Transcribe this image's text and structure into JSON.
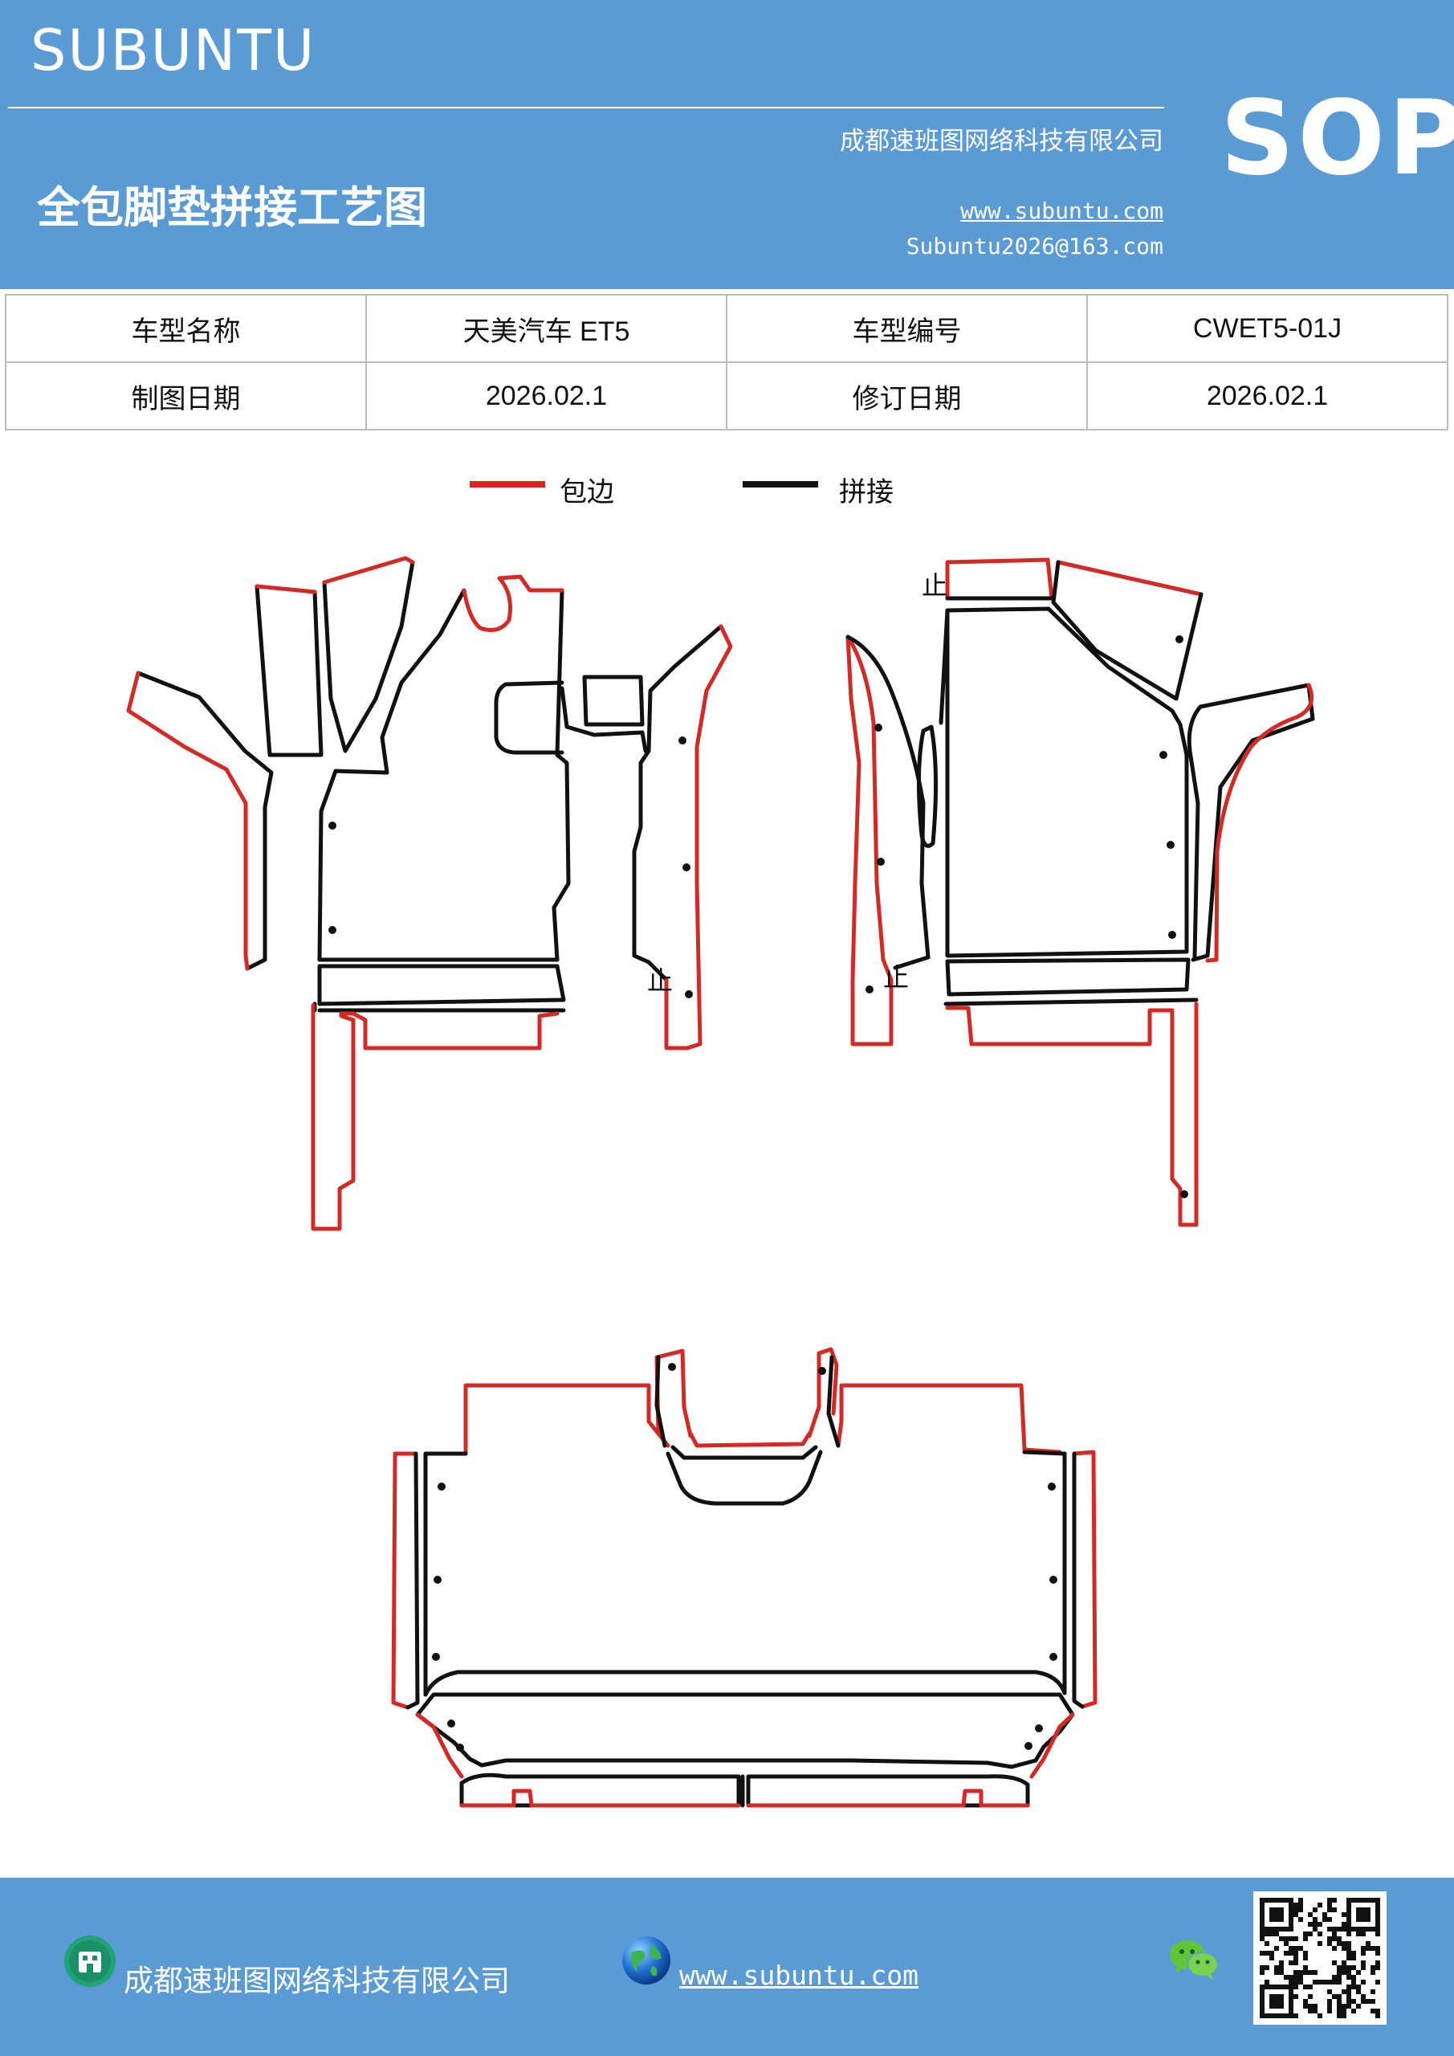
{
  "header": {
    "brand": "SUBUNTU",
    "badge": "SOP",
    "company": "成都速班图网络科技有限公司",
    "title": "全包脚垫拼接工艺图",
    "website": "www.subuntu.com",
    "email": "Subuntu2026@163.com"
  },
  "info_table": {
    "rows": [
      {
        "label1": "车型名称",
        "value1": "天美汽车 ET5",
        "label2": "车型编号",
        "value2": "CWET5-01J"
      },
      {
        "label1": "制图日期",
        "value1": "2026.02.1",
        "label2": "修订日期",
        "value2": "2026.02.1"
      }
    ]
  },
  "legend": {
    "items": [
      {
        "label": "包边",
        "color": "#e0201b"
      },
      {
        "label": "拼接",
        "color": "#111111"
      }
    ]
  },
  "drawing": {
    "edge_color": "#d42a26",
    "seam_color": "#111111",
    "stop_mark": "止"
  },
  "footer": {
    "company": "成都速班图网络科技有限公司",
    "website": "www.subuntu.com",
    "icons": [
      "building-icon",
      "globe-icon",
      "wechat-icon",
      "qr-code"
    ]
  }
}
